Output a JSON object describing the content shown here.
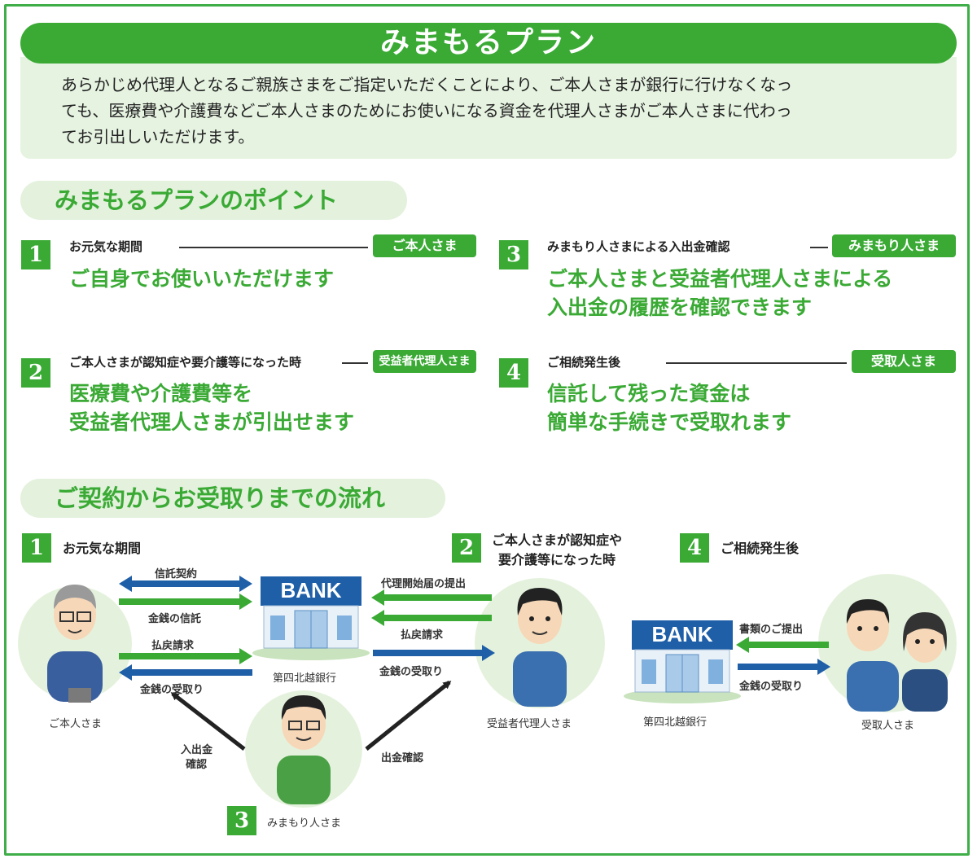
{
  "title": "みまもるプラン",
  "intro": {
    "line1": "あらかじめ代理人となるご親族さまをご指定いただくことにより、ご本人さまが銀行に行けなくなっ",
    "line2": "ても、医療費や介護費などご本人さまのためにお使いになる資金を代理人さまがご本人さまに代わっ",
    "line3": "てお引出しいただけます。"
  },
  "points_heading": "みまもるプランのポイント",
  "points": [
    {
      "num": "1",
      "label": "お元気な期間",
      "tag": "ご本人さま",
      "desc1": "ご自身でお使いいただけます",
      "desc2": ""
    },
    {
      "num": "2",
      "label": "ご本人さまが認知症や要介護等になった時",
      "tag": "受益者代理人さま",
      "desc1": "医療費や介護費等を",
      "desc2": "受益者代理人さまが引出せます"
    },
    {
      "num": "3",
      "label": "みまもり人さまによる入出金確認",
      "tag": "みまもり人さま",
      "desc1": "ご本人さまと受益者代理人さまによる",
      "desc2": "入出金の履歴を確認できます"
    },
    {
      "num": "4",
      "label": "ご相続発生後",
      "tag": "受取人さま",
      "desc1": "信託して残った資金は",
      "desc2": "簡単な手続きで受取れます"
    }
  ],
  "flow_heading": "ご契約からお受取りまでの流れ",
  "flow": {
    "phase1": {
      "num": "1",
      "label": "お元気な期間"
    },
    "phase2": {
      "num": "2",
      "label1": "ご本人さまが認知症や",
      "label2": "要介護等になった時"
    },
    "phase3": {
      "num": "3",
      "label": "みまもり人さま"
    },
    "phase4": {
      "num": "4",
      "label": "ご相続発生後"
    },
    "arrows": {
      "trust_contract": "信託契約",
      "money_trust": "金銭の信託",
      "refund_request_1": "払戻請求",
      "money_receipt_1": "金銭の受取り",
      "proxy_start": "代理開始届の提出",
      "refund_request_2": "払戻請求",
      "money_receipt_2": "金銭の受取り",
      "documents": "書類のご提出",
      "money_receipt_3": "金銭の受取り",
      "deposit_check_1": "入出金",
      "deposit_check_2": "確認",
      "withdraw_check": "出金確認"
    },
    "bank_sign": "BANK",
    "bank_name": "第四北越銀行",
    "person_self": "ご本人さま",
    "person_proxy": "受益者代理人さま",
    "person_recipient": "受取人さま"
  },
  "colors": {
    "green": "#3aaa35",
    "light_green": "#e4f2dd",
    "blue": "#1f5fa8",
    "dark": "#222222"
  }
}
